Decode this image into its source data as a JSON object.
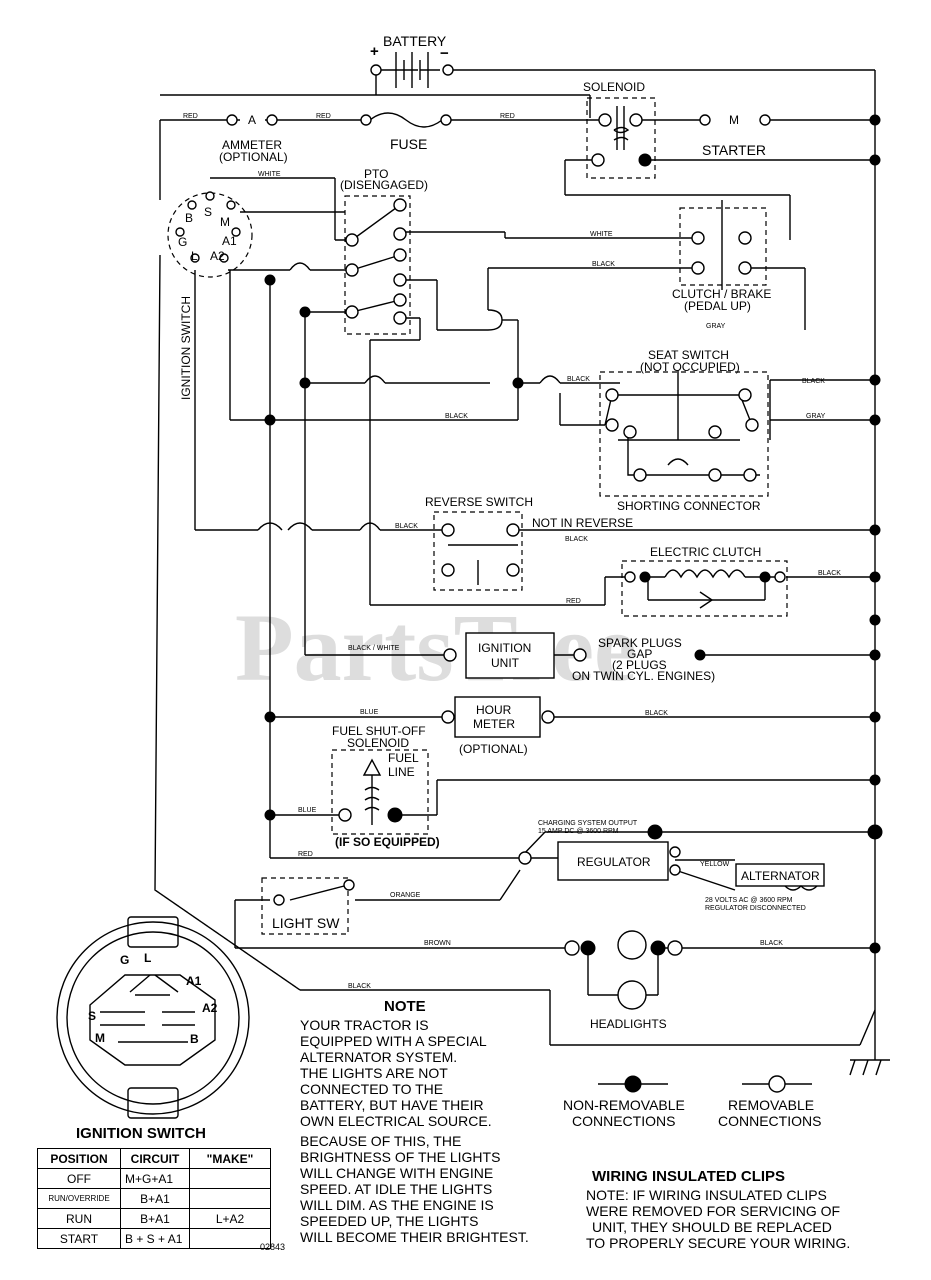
{
  "watermark": "PartsTree",
  "labels": {
    "battery": "BATTERY",
    "solenoid": "SOLENOID",
    "ammeter": "AMMETER",
    "optional": "(OPTIONAL)",
    "fuse": "FUSE",
    "starter": "STARTER",
    "pto": "PTO",
    "disengaged": "(DISENGAGED)",
    "clutch_brake": "CLUTCH / BRAKE",
    "pedal_up": "(PEDAL UP)",
    "seat_switch": "SEAT SWITCH",
    "not_occupied": "(NOT OCCUPIED)",
    "shorting_connector": "SHORTING CONNECTOR",
    "reverse_switch": "REVERSE SWITCH",
    "not_in_reverse": "NOT IN REVERSE",
    "electric_clutch": "ELECTRIC CLUTCH",
    "ignition_unit_1": "IGNITION",
    "ignition_unit_2": "UNIT",
    "spark_1": "SPARK PLUGS",
    "spark_2": "GAP",
    "spark_3": "(2 PLUGS",
    "spark_4": "ON TWIN CYL. ENGINES)",
    "hour_1": "HOUR",
    "hour_2": "METER",
    "hour_opt": "(OPTIONAL)",
    "fuel_1": "FUEL SHUT-OFF",
    "fuel_2": "SOLENOID",
    "fuel_line_1": "FUEL",
    "fuel_line_2": "LINE",
    "if_equipped": "(IF SO EQUIPPED)",
    "charging_1": "CHARGING SYSTEM OUTPUT",
    "charging_2": "15 AMP DC @ 3600 RPM",
    "regulator": "REGULATOR",
    "alternator": "ALTERNATOR",
    "alt_note_1": "28 VOLTS AC @ 3600 RPM",
    "alt_note_2": "REGULATOR DISCONNECTED",
    "light_sw": "LIGHT SW",
    "headlights": "HEADLIGHTS",
    "ignition_switch_side": "IGNITION SWITCH",
    "ignition_switch_title": "IGNITION SWITCH",
    "non_removable_1": "NON-REMOVABLE",
    "non_removable_2": "CONNECTIONS",
    "removable_1": "REMOVABLE",
    "removable_2": "CONNECTIONS",
    "code": "02843"
  },
  "terminals": {
    "b": "B",
    "s": "S",
    "m": "M",
    "g": "G",
    "a1": "A1",
    "l": "L",
    "a2": "A2",
    "ammeter_a": "A",
    "starter_m": "M",
    "plus": "+",
    "minus": "−"
  },
  "switch_face": {
    "g": "G",
    "l": "L",
    "a1": "A1",
    "a2": "A2",
    "s": "S",
    "m": "M",
    "b": "B"
  },
  "wire_colors": {
    "red_a": "RED",
    "red_b": "RED",
    "red_c": "RED",
    "white_a": "WHITE",
    "white_b": "WHITE",
    "black_a": "BLACK",
    "black_b": "BLACK",
    "black_c": "BLACK",
    "black_d": "BLACK",
    "black_e": "BLACK",
    "black_f": "BLACK",
    "black_g": "BLACK",
    "black_h": "BLACK",
    "black_i": "BLACK",
    "black_j": "BLACK",
    "gray_a": "GRAY",
    "gray_b": "GRAY",
    "red_d": "RED",
    "black_white": "BLACK / WHITE",
    "blue_a": "BLUE",
    "blue_b": "BLUE",
    "red_e": "RED",
    "yellow": "YELLOW",
    "orange": "ORANGE",
    "brown": "BROWN"
  },
  "note": {
    "title": "NOTE",
    "lines": [
      "YOUR TRACTOR IS",
      "EQUIPPED WITH A SPECIAL",
      "ALTERNATOR SYSTEM.",
      "THE LIGHTS ARE NOT",
      "CONNECTED TO THE",
      "BATTERY, BUT HAVE THEIR",
      "OWN ELECTRICAL SOURCE.",
      "BECAUSE OF THIS, THE",
      "BRIGHTNESS OF THE LIGHTS",
      "WILL CHANGE WITH ENGINE",
      "SPEED.  AT IDLE THE LIGHTS",
      "WILL DIM.  AS THE ENGINE IS",
      "SPEEDED UP, THE LIGHTS",
      "WILL BECOME THEIR BRIGHTEST."
    ]
  },
  "clips": {
    "title": "WIRING INSULATED CLIPS",
    "lines": [
      "NOTE: IF WIRING INSULATED CLIPS",
      "WERE REMOVED FOR SERVICING OF",
      "UNIT, THEY SHOULD BE REPLACED",
      "TO PROPERLY SECURE YOUR WIRING."
    ]
  },
  "table": {
    "headers": [
      "POSITION",
      "CIRCUIT",
      "\"MAKE\""
    ],
    "rows": [
      {
        "position": "OFF",
        "circuit": "M+G+A1",
        "make": ""
      },
      {
        "position": "RUN/OVERRIDE",
        "circuit": "B+A1",
        "make": ""
      },
      {
        "position": "RUN",
        "circuit": "B+A1",
        "make": "L+A2"
      },
      {
        "position": "START",
        "circuit": "B + S + A1",
        "make": ""
      }
    ]
  }
}
